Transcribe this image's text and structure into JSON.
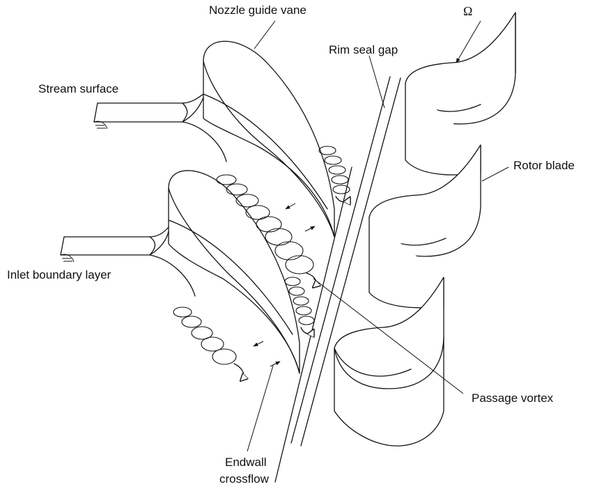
{
  "labels": {
    "nozzle_guide_vane": "Nozzle guide vane",
    "omega": "Ω",
    "rim_seal_gap": "Rim seal gap",
    "stream_surface": "Stream surface",
    "rotor_blade": "Rotor blade",
    "inlet_boundary_layer": "Inlet boundary layer",
    "passage_vortex": "Passage vortex",
    "endwall_line1": "Endwall",
    "endwall_line2": "crossflow"
  }
}
